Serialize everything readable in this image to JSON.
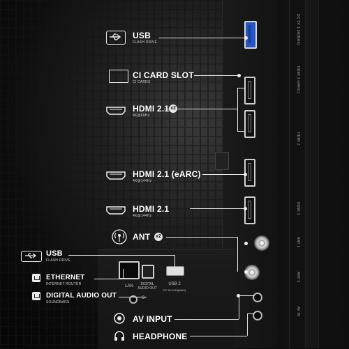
{
  "labels": {
    "usb_top": {
      "title": "USB",
      "sub": "FLASH DRIVE"
    },
    "ci_card": {
      "title": "CI CARD SLOT",
      "sub": "CI CARDS"
    },
    "hdmi_x2": {
      "title": "HDMI 2.1",
      "badge": "x2",
      "sub": "4K@60Hz"
    },
    "hdmi_earc": {
      "title": "HDMI 2.1 (eARC)",
      "sub": "4K@144Hz"
    },
    "hdmi_single": {
      "title": "HDMI 2.1",
      "sub": "4K@144Hz"
    },
    "ant": {
      "title": "ANT",
      "badge": "x2"
    },
    "usb_bottom": {
      "title": "USB",
      "sub": "FLASH DRIVE"
    },
    "ethernet": {
      "title": "ETHERNET",
      "sub": "INTERNET ROUTER"
    },
    "digital_audio": {
      "title": "DIGITAL AUDIO OUT",
      "sub": "SOUNDBARS"
    },
    "av_input": {
      "title": "AV INPUT"
    },
    "headphone": {
      "title": "HEADPHONE"
    }
  },
  "panel_labels": {
    "lan": "LAN",
    "digital_audio_out": "DIGITAL AUDIO OUT",
    "usb2": "USB 2",
    "usb2_power": "DC 5V 0.5A(MAX)",
    "service": "S"
  },
  "side_text": {
    "top": "DC 5V 1.0A(MAX)",
    "mid1": "HDMI 3 (eARC)",
    "mid2": "HDMI 2",
    "mid3": "HDMI 1",
    "ant1": "ANT 1",
    "ant2": "ANT 2",
    "av": "AV IN"
  },
  "colors": {
    "usb_port": "#2556c8",
    "text": "#ffffff",
    "background": "#0b0b0b"
  }
}
